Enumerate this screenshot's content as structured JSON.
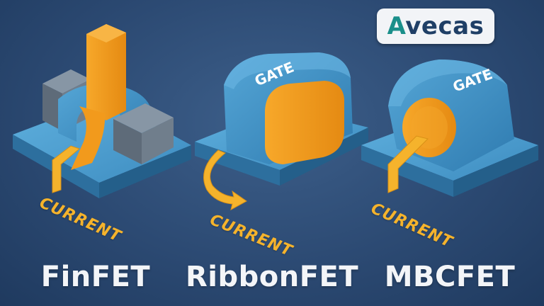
{
  "brand": {
    "prefix": "A",
    "rest": "vecas"
  },
  "devices": [
    {
      "name": "FinFET",
      "current_label": "CURRENT"
    },
    {
      "name": "RibbonFET",
      "current_label": "CURRENT",
      "gate_label": "GATE"
    },
    {
      "name": "MBCFET",
      "current_label": "CURRENT",
      "gate_label": "GATE"
    }
  ],
  "colors": {
    "background": "#2c4a73",
    "gate_blue": "#3a8fc2",
    "channel_orange": "#f29a1c",
    "current_yellow": "#f5b32c",
    "source_drain_gray": "#6b7888"
  },
  "icons": [
    "current-arrow-icon"
  ]
}
